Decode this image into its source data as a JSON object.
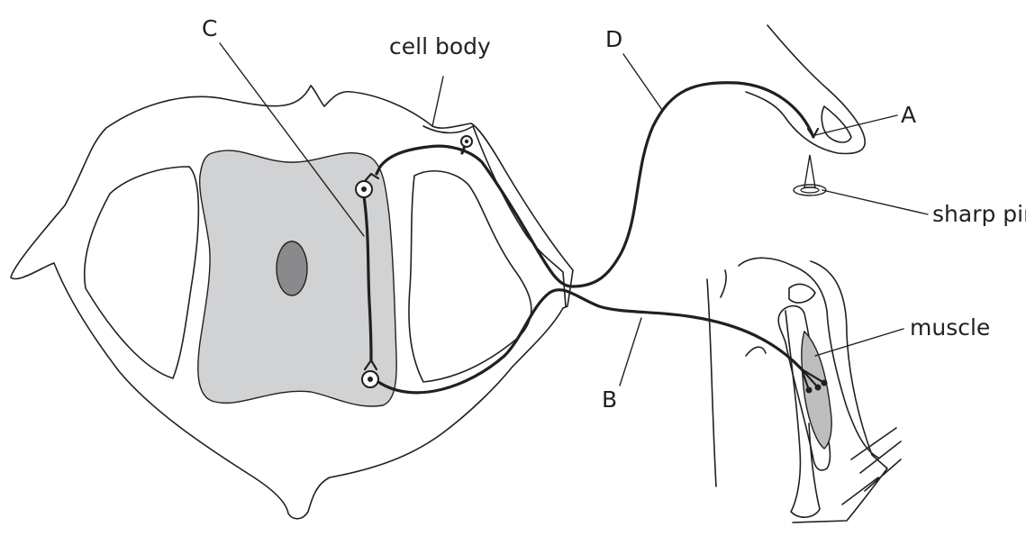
{
  "labels": {
    "a": "A",
    "b": "B",
    "c": "C",
    "d": "D",
    "cell_body": "cell body",
    "sharp_pin": "sharp pin",
    "muscle": "muscle"
  },
  "colors": {
    "line": "#231f20",
    "grey_matter": "#d1d2d4",
    "central_canal": "#8a8a8c",
    "muscle": "#bcbdbf",
    "background": "#ffffff"
  }
}
